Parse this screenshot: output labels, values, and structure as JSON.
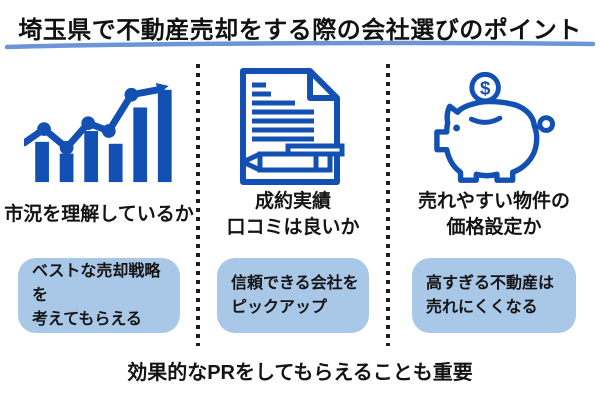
{
  "title": "埼玉県で不動産売却をする際の会社選びのポイント",
  "colors": {
    "icon_blue": "#1350b4",
    "box_fill": "#a9c8e8",
    "underline": "#6b95d8",
    "divider": "#1c1c1c"
  },
  "columns": [
    {
      "icon": "bar-chart-growth-icon",
      "label": "市況を理解しているか",
      "note": "ベストな売却戦略を\n考えてもらえる"
    },
    {
      "icon": "document-pen-icon",
      "label": "成約実績\n口コミは良いか",
      "note": "信頼できる会社を\nピックアップ"
    },
    {
      "icon": "piggy-bank-coin-icon",
      "label": "売れやすい物件の\n価格設定か",
      "note": "高すぎる不動産は\n売れにくくなる"
    }
  ],
  "footer": "効果的なPRをしてもらえることも重要",
  "coin_symbol": "$"
}
